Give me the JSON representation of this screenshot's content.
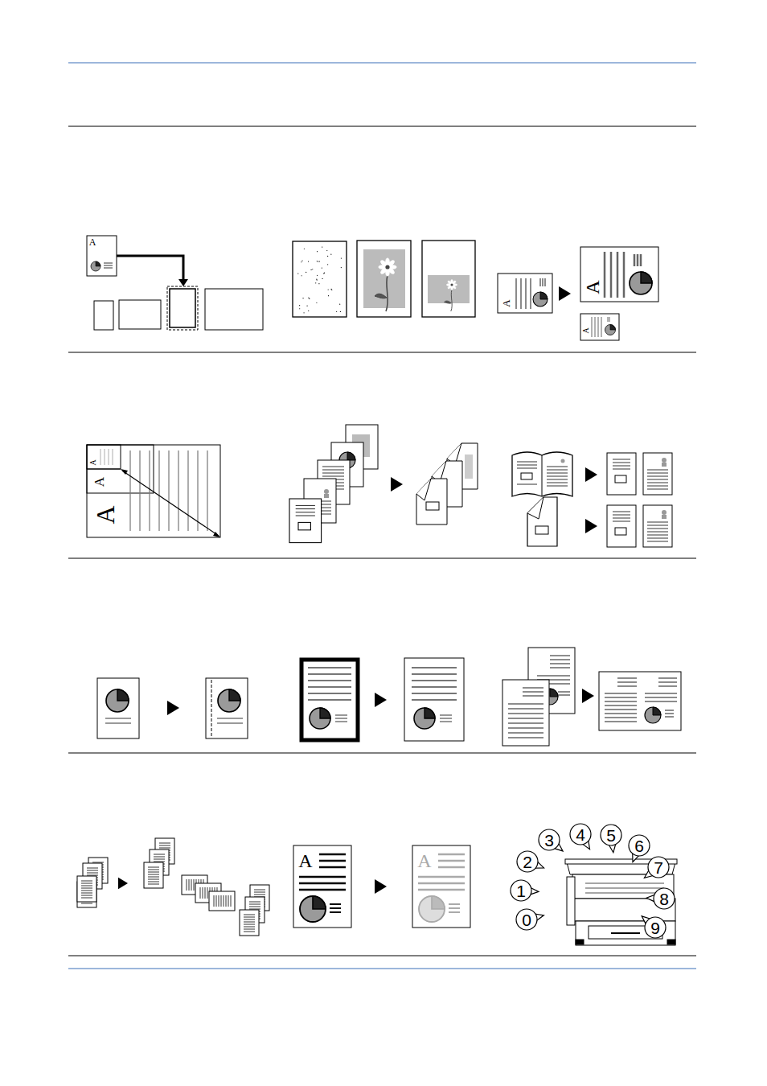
{
  "diagram": {
    "labels": [
      "A",
      "A",
      "A",
      "A",
      "A",
      "A",
      "A",
      "A",
      "A",
      "0",
      "1",
      "2",
      "3",
      "4",
      "5",
      "6",
      "7",
      "8",
      "9"
    ]
  }
}
